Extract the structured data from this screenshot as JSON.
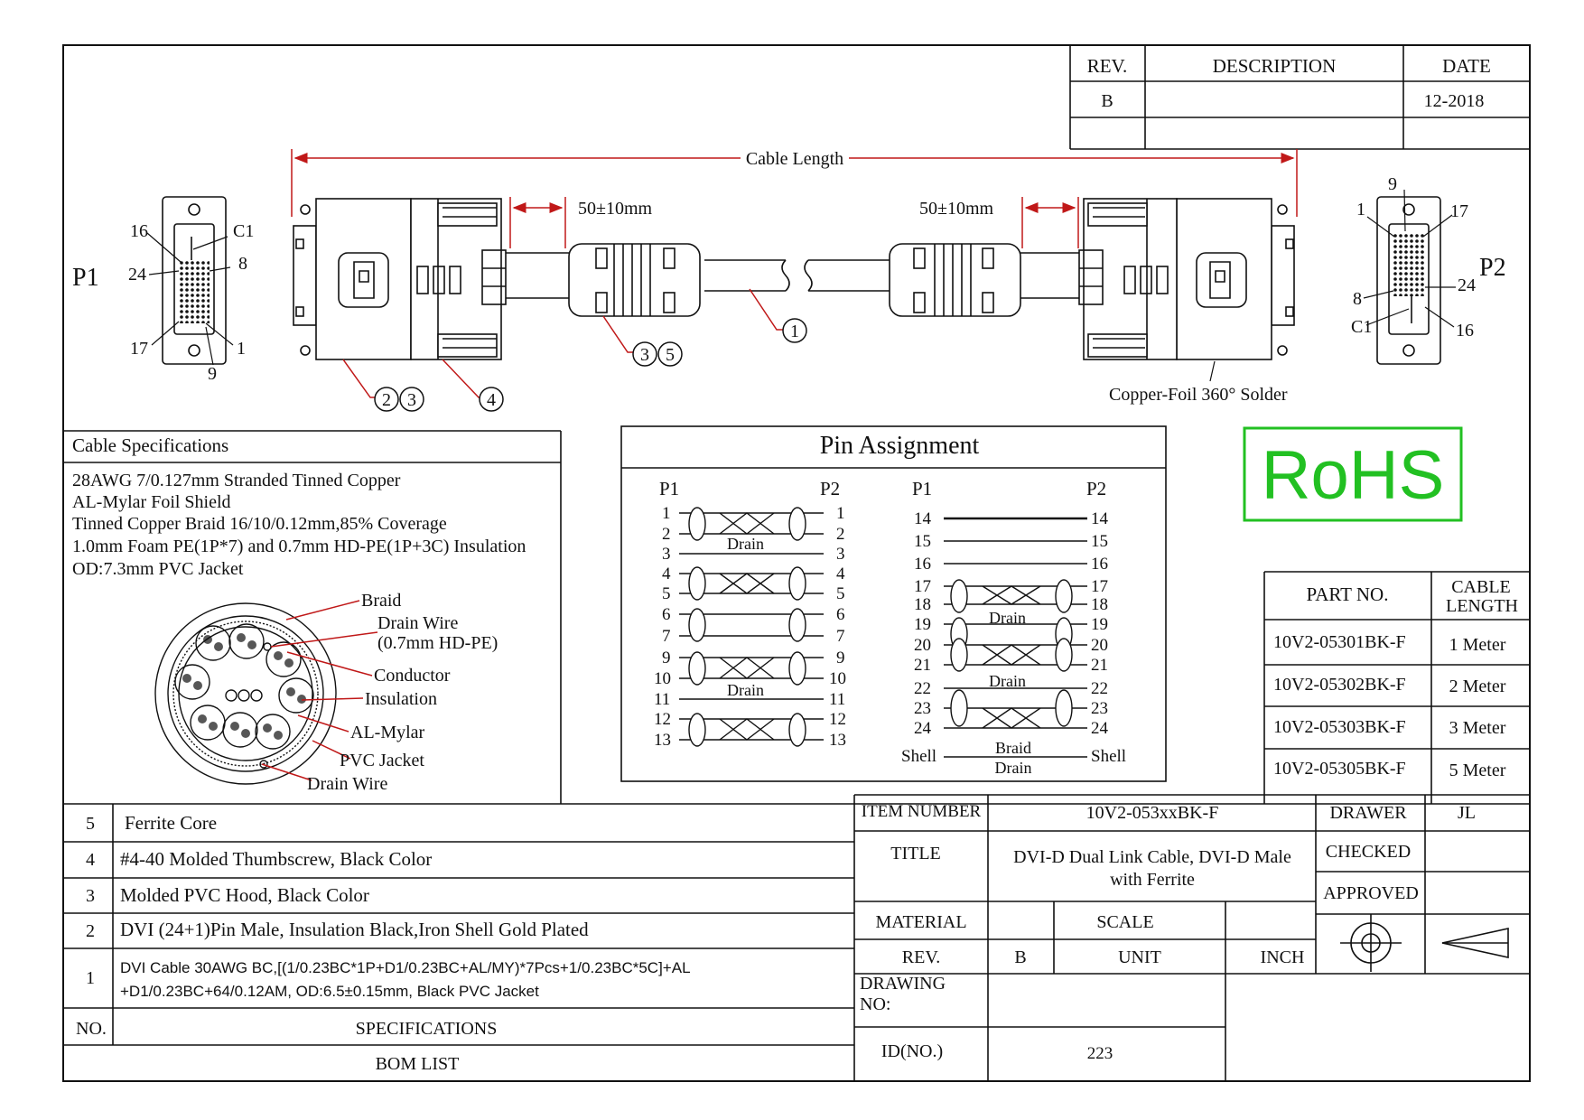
{
  "revision_block": {
    "headers": [
      "REV.",
      "DESCRIPTION",
      "DATE"
    ],
    "rev": "B",
    "description": "",
    "date": "12-2018"
  },
  "drawing": {
    "cable_length_label": "Cable Length",
    "left_offset_label": "50±10mm",
    "right_offset_label": "50±10mm",
    "solder_note": "Copper-Foil 360° Solder",
    "callouts": {
      "jacket": "1",
      "connector_body": [
        "2",
        "3"
      ],
      "thumbscrew": "4",
      "ferrite": [
        "3",
        "5"
      ]
    }
  },
  "connector_p1": {
    "label": "P1",
    "pins": {
      "top_left": "16",
      "top_right": "C1",
      "mid_left": "24",
      "mid_right": "8",
      "bottom_left": "17",
      "bottom_right": "1",
      "bottom": "9"
    }
  },
  "connector_p2": {
    "label": "P2",
    "pins": {
      "top": "9",
      "top_left": "1",
      "top_right": "17",
      "mid_right": "24",
      "mid_left": "8",
      "bottom_left": "C1",
      "bottom_right": "16"
    }
  },
  "cable_specifications": {
    "title": "Cable Specifications",
    "lines": [
      "28AWG 7/0.127mm Stranded Tinned Copper",
      "AL-Mylar Foil Shield",
      "Tinned Copper Braid 16/10/0.12mm,85% Coverage",
      "1.0mm Foam PE(1P*7) and 0.7mm HD-PE(1P+3C) Insulation",
      "OD:7.3mm PVC Jacket"
    ],
    "cross_section_labels": [
      "Braid",
      "Drain Wire",
      "(0.7mm HD-PE)",
      "Conductor",
      "Insulation",
      "AL-Mylar",
      "PVC Jacket",
      "Drain Wire"
    ]
  },
  "pin_assignment": {
    "title": "Pin Assignment",
    "left": {
      "header_p1": "P1",
      "header_p2": "P2",
      "pins": [
        "1",
        "2",
        "3",
        "4",
        "5",
        "6",
        "7",
        "9",
        "10",
        "11",
        "12",
        "13"
      ],
      "drain_label_1": "Drain",
      "drain_label_2": "Drain"
    },
    "right": {
      "header_p1": "P1",
      "header_p2": "P2",
      "pins": [
        "14",
        "15",
        "16",
        "17",
        "18",
        "19",
        "20",
        "21",
        "22",
        "23",
        "24"
      ],
      "drain_label_1": "Drain",
      "drain_label_2": "Drain",
      "shell_left": "Shell",
      "shell_right": "Shell",
      "braid_label": "Braid",
      "braid_drain_label": "Drain"
    }
  },
  "rohs": {
    "text": "RoHS",
    "color": "#22c022"
  },
  "part_table": {
    "headers": [
      "PART NO.",
      "CABLE",
      "LENGTH"
    ],
    "rows": [
      {
        "part": "10V2-05301BK-F",
        "length": "1 Meter"
      },
      {
        "part": "10V2-05302BK-F",
        "length": "2 Meter"
      },
      {
        "part": "10V2-05303BK-F",
        "length": "3 Meter"
      },
      {
        "part": "10V2-05305BK-F",
        "length": "5 Meter"
      }
    ]
  },
  "bom": {
    "rows": [
      {
        "no": "5",
        "spec": "Ferrite Core"
      },
      {
        "no": "4",
        "spec": "#4-40 Molded Thumbscrew, Black Color"
      },
      {
        "no": "3",
        "spec": "Molded PVC Hood, Black Color"
      },
      {
        "no": "2",
        "spec": "DVI (24+1)Pin Male, Insulation Black,Iron Shell Gold Plated"
      },
      {
        "no": "1",
        "spec_line1": "DVI Cable 30AWG BC,[(1/0.23BC*1P+D1/0.23BC+AL/MY)*7Pcs+1/0.23BC*5C]+AL",
        "spec_line2": "+D1/0.23BC+64/0.12AM, OD:6.5±0.15mm, Black PVC Jacket"
      }
    ],
    "header_no": "NO.",
    "header_spec": "SPECIFICATIONS",
    "footer": "BOM LIST"
  },
  "title_block": {
    "item_number_label": "ITEM NUMBER",
    "item_number": "10V2-053xxBK-F",
    "title_label": "TITLE",
    "title_line1": "DVI-D Dual Link Cable, DVI-D Male",
    "title_line2": "with Ferrite",
    "material_label": "MATERIAL",
    "material": "",
    "scale_label": "SCALE",
    "scale": "",
    "rev_label": "REV.",
    "rev": "B",
    "unit_label": "UNIT",
    "unit": "INCH",
    "drawing_no_label_1": "DRAWING",
    "drawing_no_label_2": "NO:",
    "drawing_no": "",
    "id_label": "ID(NO.)",
    "id": "223",
    "drawer_label": "DRAWER",
    "drawer": "JL",
    "checked_label": "CHECKED",
    "checked": "",
    "approved_label": "APPROVED",
    "approved": ""
  }
}
